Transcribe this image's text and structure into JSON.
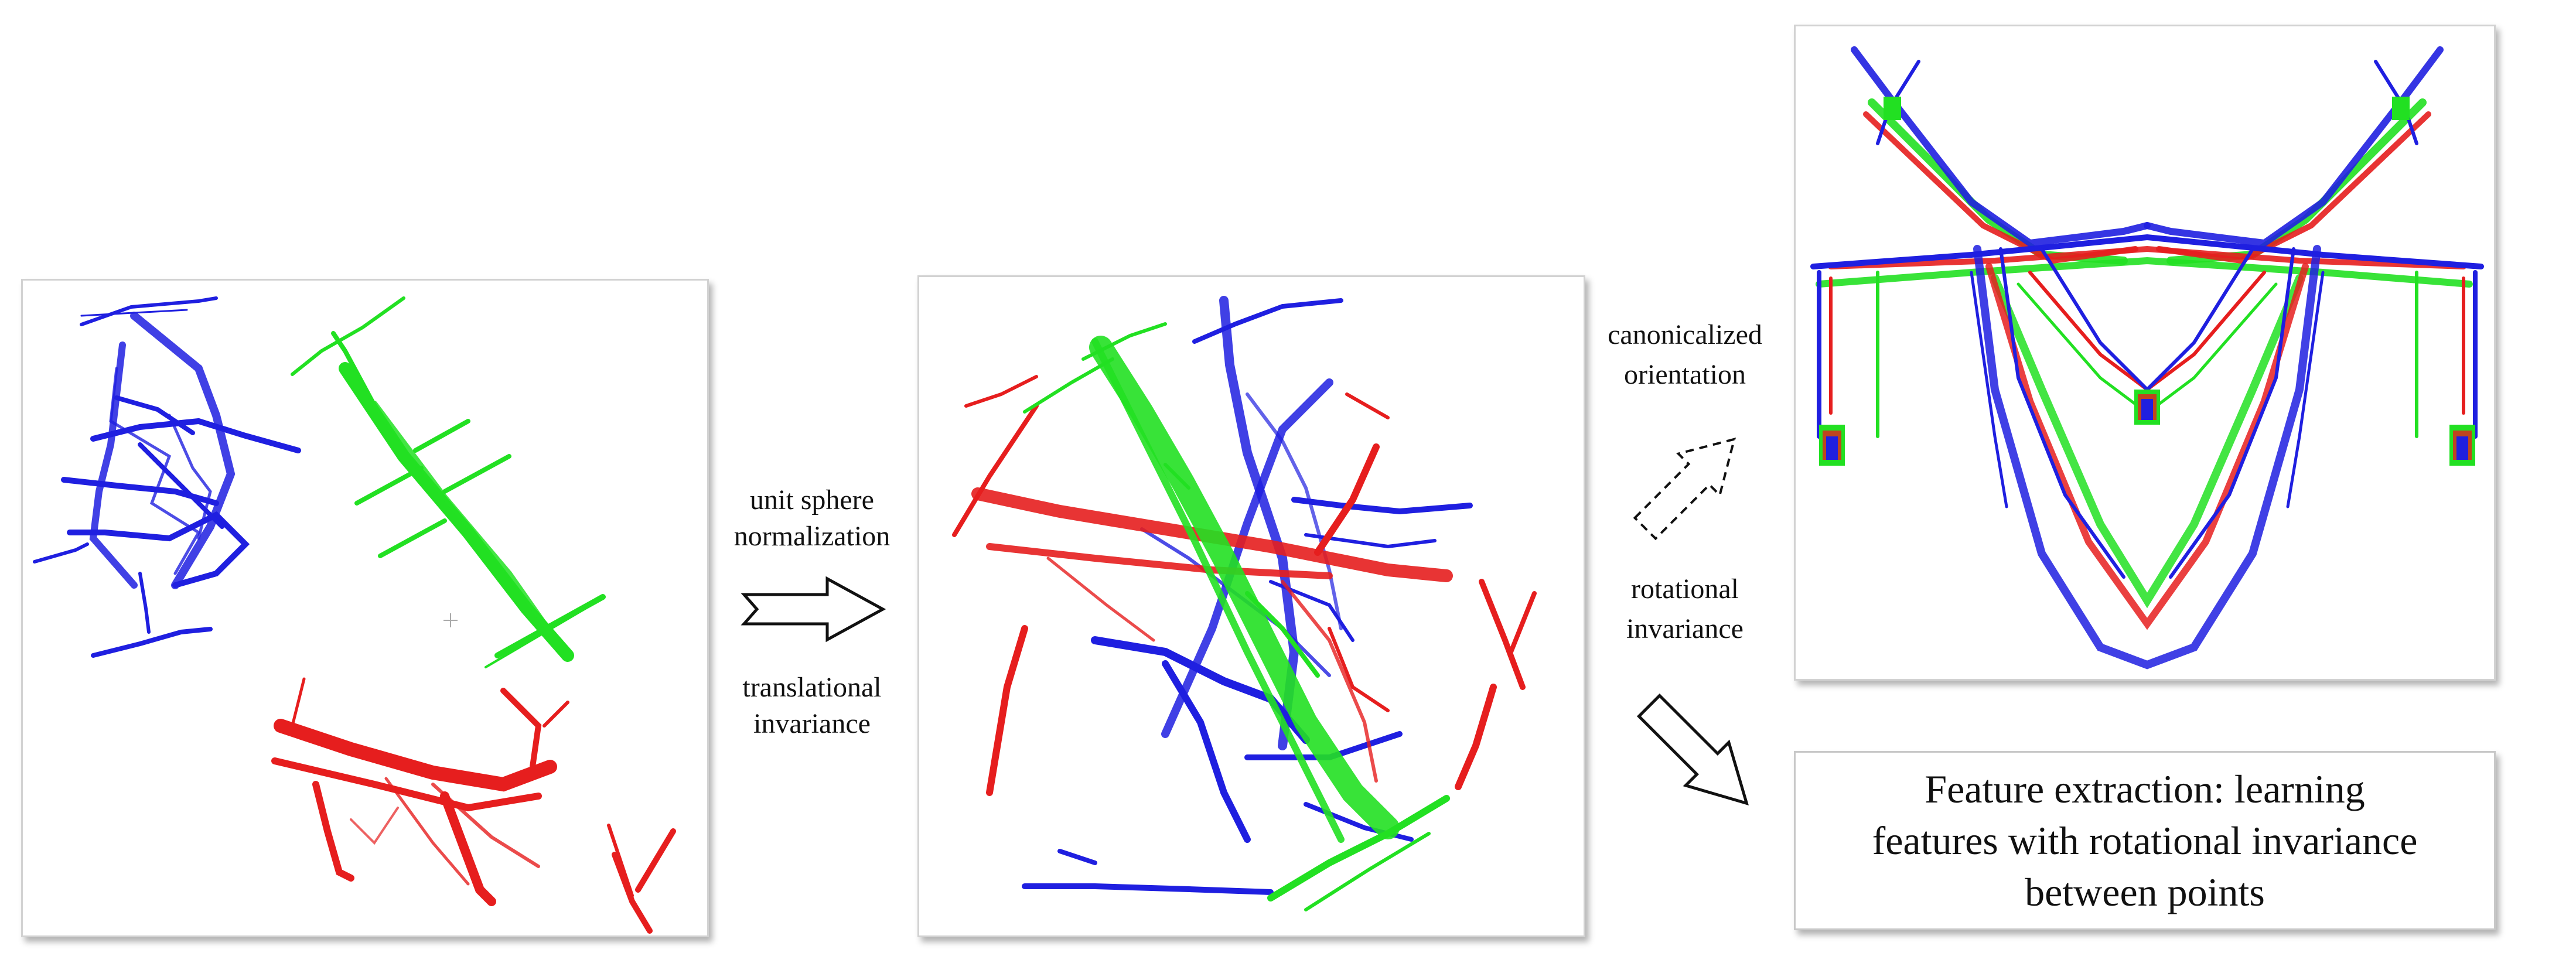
{
  "colors": {
    "blue": "#1f1fe0",
    "green": "#22e022",
    "red": "#e61e1e",
    "panel_border": "#d2d2d2"
  },
  "panels": [
    {
      "name": "input-point-clouds",
      "description": "three transmission tower point clouds at different positions"
    },
    {
      "name": "normalized-point-clouds",
      "description": "point clouds overlapping after normalization"
    },
    {
      "name": "canonicalized-point-clouds",
      "description": "aligned tower point clouds"
    }
  ],
  "arrow1": {
    "label_top_1": "unit sphere",
    "label_top_2": "normalization",
    "label_bottom_1": "translational",
    "label_bottom_2": "invariance"
  },
  "arrow2": {
    "label_top_1": "canonicalized",
    "label_top_2": "orientation",
    "label_bottom_1": "rotational",
    "label_bottom_2": "invariance"
  },
  "feature_box": {
    "line1": "Feature extraction: learning",
    "line2": "features with rotational invariance",
    "line3": "between points"
  },
  "icons": [
    "hollow-right-arrow-icon",
    "dashed-diagonal-arrow-icon",
    "hollow-diagonal-arrow-icon"
  ]
}
